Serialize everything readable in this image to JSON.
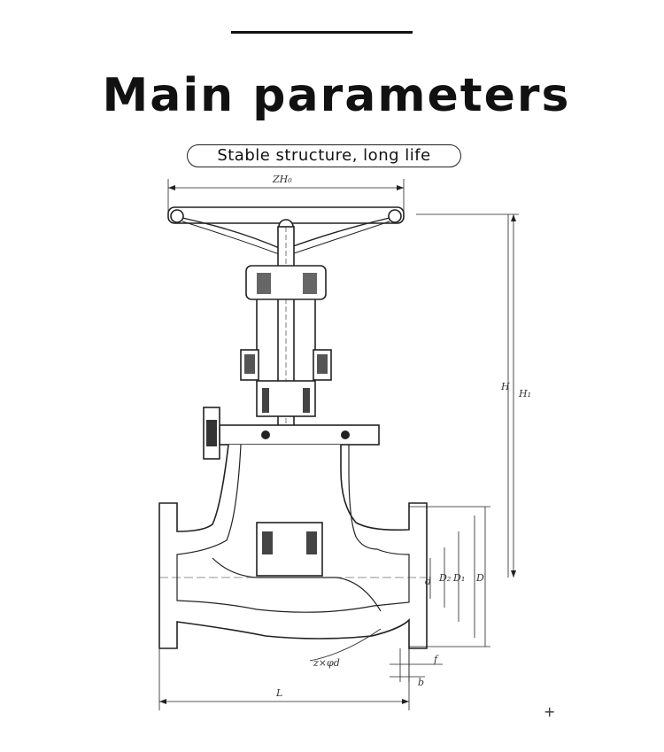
{
  "header": {
    "title": "Main parameters",
    "tagline": "Stable structure, long life"
  },
  "drawing": {
    "dimension_labels": {
      "handwheel": "ZH₀",
      "height_outer": "H",
      "height_inner": "H₁",
      "bore_d": "d",
      "d2": "D₂",
      "d1": "D₁",
      "d_outer": "D",
      "bolts": "z×φd",
      "flange_f": "f",
      "flange_b": "b",
      "length": "L"
    },
    "corner_mark": "+"
  }
}
